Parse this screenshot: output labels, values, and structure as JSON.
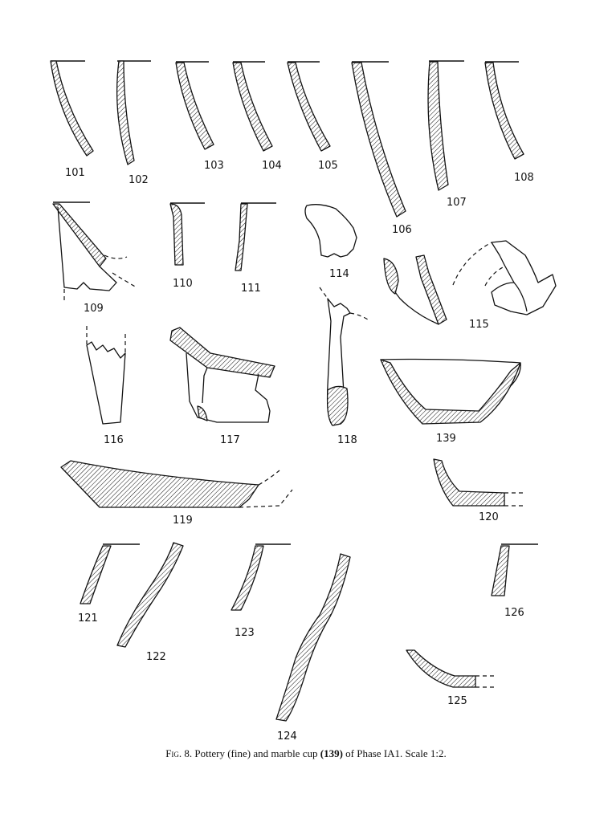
{
  "figure": {
    "caption_prefix": "Fig.",
    "caption_number": "8.",
    "caption_text_a": "Pottery (fine) and marble cup",
    "caption_bold": "(139)",
    "caption_text_b": "of Phase IA1. Scale 1:2."
  },
  "labels": [
    "101",
    "102",
    "103",
    "104",
    "105",
    "106",
    "107",
    "108",
    "109",
    "110",
    "111",
    "114",
    "115",
    "116",
    "117",
    "118",
    "139",
    "119",
    "120",
    "121",
    "122",
    "123",
    "124",
    "125",
    "126"
  ]
}
